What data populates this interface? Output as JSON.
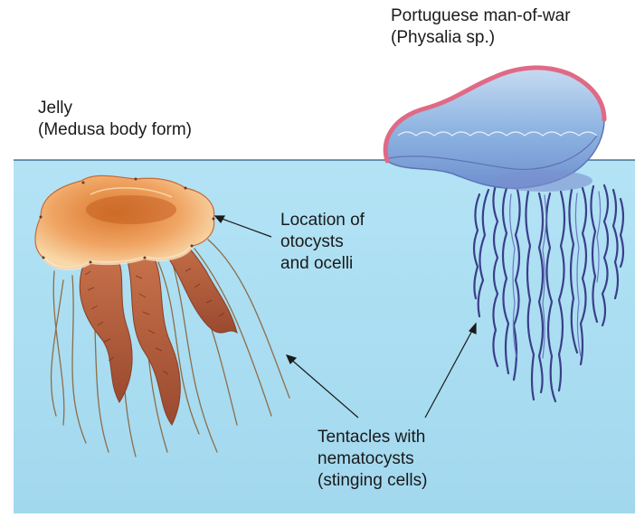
{
  "labels": {
    "man_of_war": {
      "line1": "Portuguese man-of-war",
      "line2": "(Physalia sp.)"
    },
    "jelly": {
      "line1": "Jelly",
      "line2": "(Medusa body form)"
    },
    "location": {
      "line1": "Location of",
      "line2": "otocysts",
      "line3": "and ocelli"
    },
    "tentacles": {
      "line1": "Tentacles with",
      "line2": "nematocysts",
      "line3": "(stinging cells)"
    }
  },
  "colors": {
    "water": "#a9def2",
    "waterline": "#2a5a7a",
    "jelly_bell": "#f2a56a",
    "jelly_tentacle": "#8a5a2a",
    "float": "#9fc6e8",
    "float_crest": "#e06a86",
    "man_tentacle": "#3a3f8a"
  }
}
